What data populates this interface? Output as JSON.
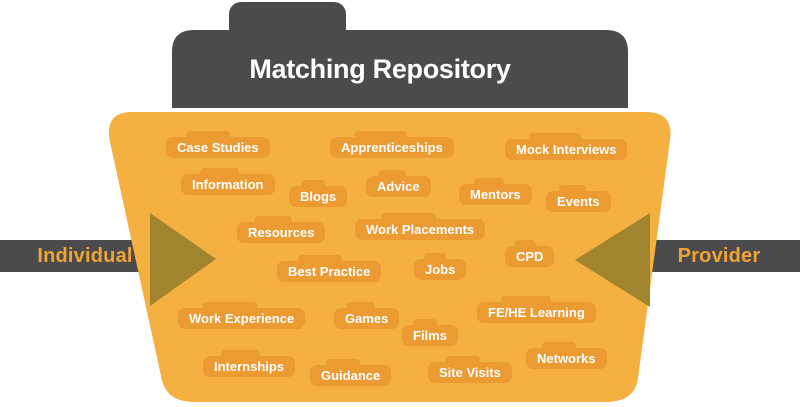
{
  "header": {
    "title": "Matching Repository"
  },
  "left_flow": {
    "label": "Individual"
  },
  "right_flow": {
    "label": "Provider"
  },
  "repository": {
    "items": [
      {
        "label": "Case Studies"
      },
      {
        "label": "Apprenticeships"
      },
      {
        "label": "Mock Interviews"
      },
      {
        "label": "Information"
      },
      {
        "label": "Blogs"
      },
      {
        "label": "Advice"
      },
      {
        "label": "Mentors"
      },
      {
        "label": "Events"
      },
      {
        "label": "Resources"
      },
      {
        "label": "Work Placements"
      },
      {
        "label": "CPD"
      },
      {
        "label": "Best Practice"
      },
      {
        "label": "Jobs"
      },
      {
        "label": "Work Experience"
      },
      {
        "label": "Games"
      },
      {
        "label": "FE/HE Learning"
      },
      {
        "label": "Films"
      },
      {
        "label": "Internships"
      },
      {
        "label": "Guidance"
      },
      {
        "label": "Site Visits"
      },
      {
        "label": "Networks"
      }
    ]
  },
  "colors": {
    "dark_gray": "#4B4B4D",
    "folder_body_orange": "#F5B042",
    "folder_item_orange": "#EC9B33",
    "arrow_olive": "#A0842E",
    "accent_text_orange": "#F0A433",
    "title_text": "#FFFFFF"
  }
}
